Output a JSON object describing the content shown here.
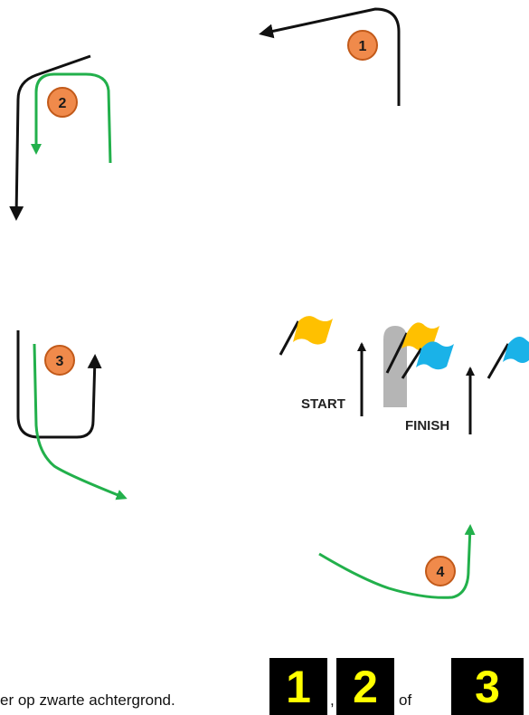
{
  "markers": [
    "1",
    "2",
    "3",
    "4"
  ],
  "labels": {
    "start": "START",
    "finish": "FINISH"
  },
  "caption": "er op zwarte achtergrond.",
  "separators": [
    ",",
    "of"
  ],
  "tiles": [
    "1",
    "2",
    "3"
  ],
  "colors": {
    "black_path": "#111111",
    "green_path": "#22b04b",
    "marker_fill": "#f08a4b",
    "marker_stroke": "#c25a1a",
    "yellow_flag": "#ffc000",
    "blue_flag": "#1ab2e8",
    "buoy": "#b5b5b5",
    "tile_bg": "#000000",
    "tile_text": "#ffff00"
  }
}
